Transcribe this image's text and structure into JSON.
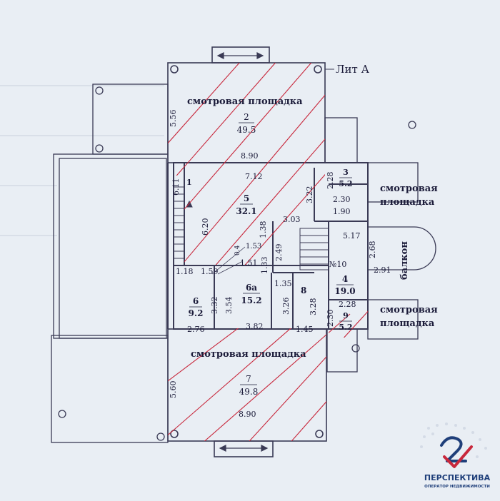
{
  "title": "Лит А",
  "rooms": {
    "r1": {
      "num": "1"
    },
    "r2": {
      "num": "2",
      "area": "49.5",
      "name": "смотровая площадка"
    },
    "r3": {
      "num": "3",
      "area": "5.2",
      "name": "смотровая",
      "name2": "площадка"
    },
    "r4": {
      "num": "4",
      "area": "19.0"
    },
    "r5": {
      "num": "5",
      "area": "32.1"
    },
    "r6": {
      "num": "6",
      "area": "9.2"
    },
    "r6a": {
      "num": "6а",
      "area": "15.2"
    },
    "r7": {
      "num": "7",
      "area": "49.8",
      "name": "смотровая площадка"
    },
    "r8": {
      "num": "8"
    },
    "r9": {
      "num": "9",
      "area": "5.2",
      "name": "смотровая",
      "name2": "площадка"
    },
    "r10": {
      "num": "№10",
      "name": "балкон"
    }
  },
  "dims": {
    "d_556": "5.56",
    "d_890_top": "8.90",
    "d_712": "7.12",
    "d_611": "6.11",
    "d_228_top": "2.28",
    "d_322": "3.22",
    "d_230_top": "2.30",
    "d_190": "1.90",
    "d_620": "6.20",
    "d_303": "3.03",
    "d_138": "1.38",
    "d_517": "5.17",
    "d_04": "0.4",
    "d_153": "1.53",
    "d_249": "2.49",
    "d_268": "2.68",
    "d_151": "1.51",
    "d_133": "1.33",
    "d_118": "1.18",
    "d_159": "1.59",
    "d_291": "2.91",
    "d_135": "1.35",
    "d_332": "3.32",
    "d_354": "3.54",
    "d_326": "3.26",
    "d_328": "3.28",
    "d_228_bot": "2.28",
    "d_230_bot": "2.30",
    "d_276": "2.76",
    "d_382": "3.82",
    "d_145": "1.45",
    "d_560": "5.60",
    "d_890_bot": "8.90"
  },
  "logo": {
    "brand": "ПЕРСПЕКТИВА",
    "tagline": "ОПЕРАТОР НЕДВИЖИМОСТИ"
  },
  "colors": {
    "paper": "#e9eef4",
    "lines": "#3a3a55",
    "hatch": "#c8283c",
    "logo": "#1f3f7a"
  }
}
